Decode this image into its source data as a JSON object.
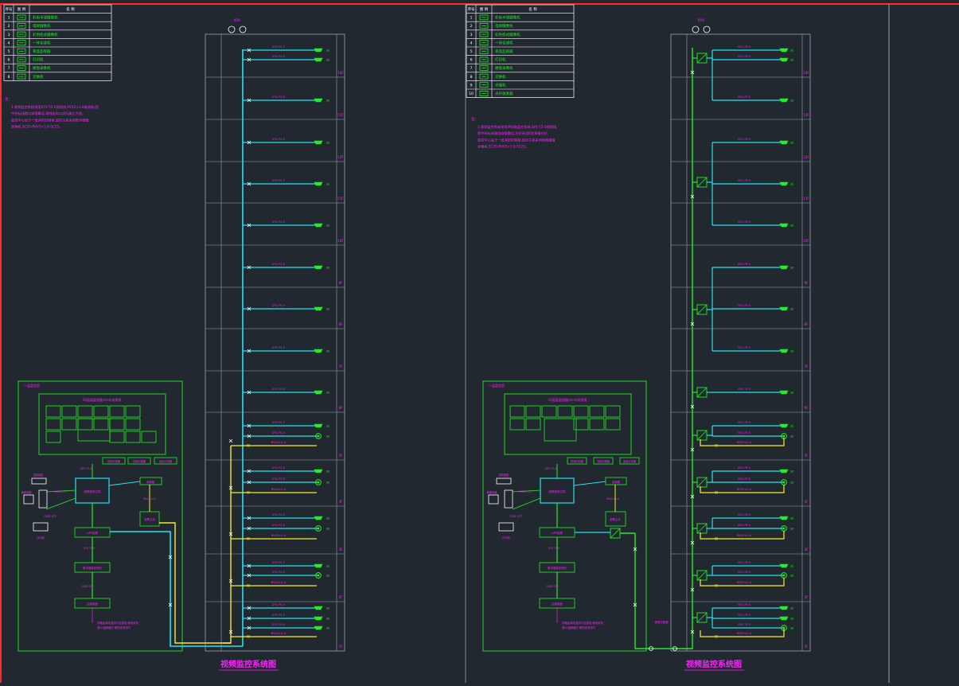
{
  "colors": {
    "background": "#212830",
    "frame": "#ff2a2a",
    "grid": "#9aa3ad",
    "cyan": "#22e4f0",
    "green": "#22ee22",
    "yellow": "#f4ee22",
    "magenta": "#ff22ff",
    "white": "#ffffff"
  },
  "left": {
    "title": "视频监控系统图",
    "legend": {
      "headers": [
        "序号",
        "图 例",
        "名 称"
      ],
      "rows": [
        {
          "no": "1",
          "icon": "dome-camera-icon",
          "name": "彩色半球摄像机"
        },
        {
          "no": "2",
          "icon": "dome-camera-icon",
          "name": "电梯摄像机"
        },
        {
          "no": "3",
          "icon": "box-camera-icon",
          "name": "彩色枪式摄像机"
        },
        {
          "no": "4",
          "icon": "ptz-camera-icon",
          "name": "一体化球机"
        },
        {
          "no": "5",
          "icon": "monitor-icon",
          "name": "液晶监视器"
        },
        {
          "no": "6",
          "icon": "printer-icon",
          "name": "打印机"
        },
        {
          "no": "7",
          "icon": "recorder-icon",
          "name": "硬盘录像机"
        },
        {
          "no": "8",
          "icon": "switch-icon",
          "name": "交换机"
        }
      ]
    },
    "notes": {
      "heading": "注:",
      "lines": [
        "1.视频监控系统采用SYV-75-5视频线,RVV2×1.0电源线,图",
        "中所标线路均穿管敷设,管线走向以实际施工为准,",
        "监控中心设于一层消防控制室,监控主机采用数字硬盘",
        "录像机,SC20-RVV2×1.0-SC25。"
      ]
    },
    "riser": {
      "top_label": "KVV",
      "cable_label": "SYV-75-5",
      "power_label": "RVV2×1.0",
      "floor_labels": [
        "14F",
        "13F",
        "12F",
        "11F",
        "10F",
        "9F",
        "8F",
        "7F",
        "6F",
        "5F",
        "4F",
        "3F",
        "2F",
        "1F"
      ]
    },
    "control_room": {
      "title": "一层监控室",
      "matrix_label": "16画面监视器(4×4)电视墙",
      "host_label": "视频矩阵主机",
      "keyboard_label": "控制键盘",
      "ups_label": "UPS电源",
      "dvr_label": "数字硬盘录像机",
      "alarm_label": "报警主机",
      "pc_label": "管理电脑",
      "printer_label": "打印机",
      "box_labels": [
        "视频分配器",
        "视频切换器",
        "画面分割器"
      ],
      "power_box_label": "电源箱",
      "net_label": "CAT6 UTP",
      "note": [
        "线路由弱电竖井引至各层,管线采用",
        "穿SC管暗敷于墙内或吊顶内"
      ]
    }
  },
  "right": {
    "title": "视频监控系统图",
    "legend": {
      "headers": [
        "序号",
        "图 例",
        "名 称"
      ],
      "rows": [
        {
          "no": "1",
          "icon": "dome-camera-icon",
          "name": "彩色半球摄像机"
        },
        {
          "no": "2",
          "icon": "dome-camera-icon",
          "name": "电梯摄像机"
        },
        {
          "no": "3",
          "icon": "box-camera-icon",
          "name": "彩色枪式摄像机"
        },
        {
          "no": "4",
          "icon": "ptz-camera-icon",
          "name": "一体化球机"
        },
        {
          "no": "5",
          "icon": "monitor-icon",
          "name": "液晶监视器"
        },
        {
          "no": "6",
          "icon": "printer-icon",
          "name": "打印机"
        },
        {
          "no": "7",
          "icon": "recorder-icon",
          "name": "硬盘录像机"
        },
        {
          "no": "8",
          "icon": "switch-icon",
          "name": "交换机"
        },
        {
          "no": "9",
          "icon": "converter-icon",
          "name": "光端机"
        },
        {
          "no": "10",
          "icon": "converter-icon",
          "name": "光纤收发器"
        }
      ]
    },
    "notes": {
      "heading": "注:",
      "lines": [
        "1.视频监控系统采用IP网络监控系统,SYV-75-5视频线,",
        "图中所标线路均穿管敷设,光纤采用6芯多模光纤,",
        "监控中心设于一层消防控制室,监控主机采用网络硬盘",
        "录像机,SC20-RVV2×1.0-SC25。"
      ]
    }
  }
}
